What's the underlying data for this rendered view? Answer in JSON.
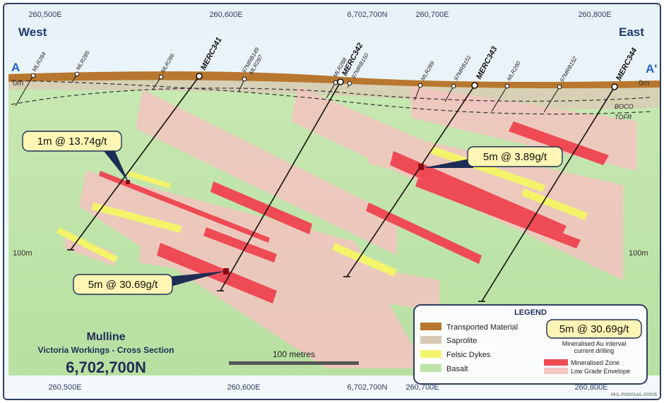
{
  "labels": {
    "west": "West",
    "east": "East",
    "a": "A",
    "a_prime": "A'"
  },
  "easting_top": [
    "260,500E",
    "260,600E",
    "6,702,700N",
    "260,700E",
    "260,800E"
  ],
  "easting_bottom": [
    "260,500E",
    "260,600E",
    "6,702,700N",
    "260,700E",
    "260,800E"
  ],
  "depths": {
    "left_0": "0m",
    "right_0": "0m",
    "left_100": "100m",
    "right_100": "100m"
  },
  "boundaries": {
    "boco": "BOCO",
    "tofr": "TOFR"
  },
  "holes_small": [
    "MLR284",
    "MLR285",
    "MLR286",
    "97MRB149",
    "MLR287",
    "MLR288",
    "97MRB150",
    "MLR289",
    "97MRB151",
    "MLR290",
    "97MRB152"
  ],
  "holes_major": [
    "MERC341",
    "MERC342",
    "MERC343",
    "MERC344"
  ],
  "callouts": {
    "c1": "1m @ 13.74g/t",
    "c2": "5m @ 3.89g/t",
    "c3": "5m @ 30.69g/t"
  },
  "title": {
    "line1": "Mulline",
    "line2": "Victoria Workings - Cross Section",
    "line3": "6,702,700N"
  },
  "scale_bar": "100 metres",
  "legend": {
    "title": "LEGEND",
    "items": [
      "Transported Material",
      "Saprolite",
      "Felsic Dykes",
      "Basalt"
    ],
    "sample_callout": "5m @ 30.69g/t",
    "sample_caption_1": "Mineralised Au interval",
    "sample_caption_2": "current drilling",
    "zone_1": "Mineralised Zone",
    "zone_2": "Low Grade Envelope"
  },
  "reference": "MUL-P00001AA-J00005",
  "colors": {
    "transported": "#b8772f",
    "saprolite": "#d6c8b4",
    "felsic": "#f4f46a",
    "basalt": "#bde3a6",
    "mineralised": "#ee4b55",
    "envelope": "#f4c4c0",
    "callout_fill": "#fff6b5",
    "navy": "#1f2d55"
  }
}
